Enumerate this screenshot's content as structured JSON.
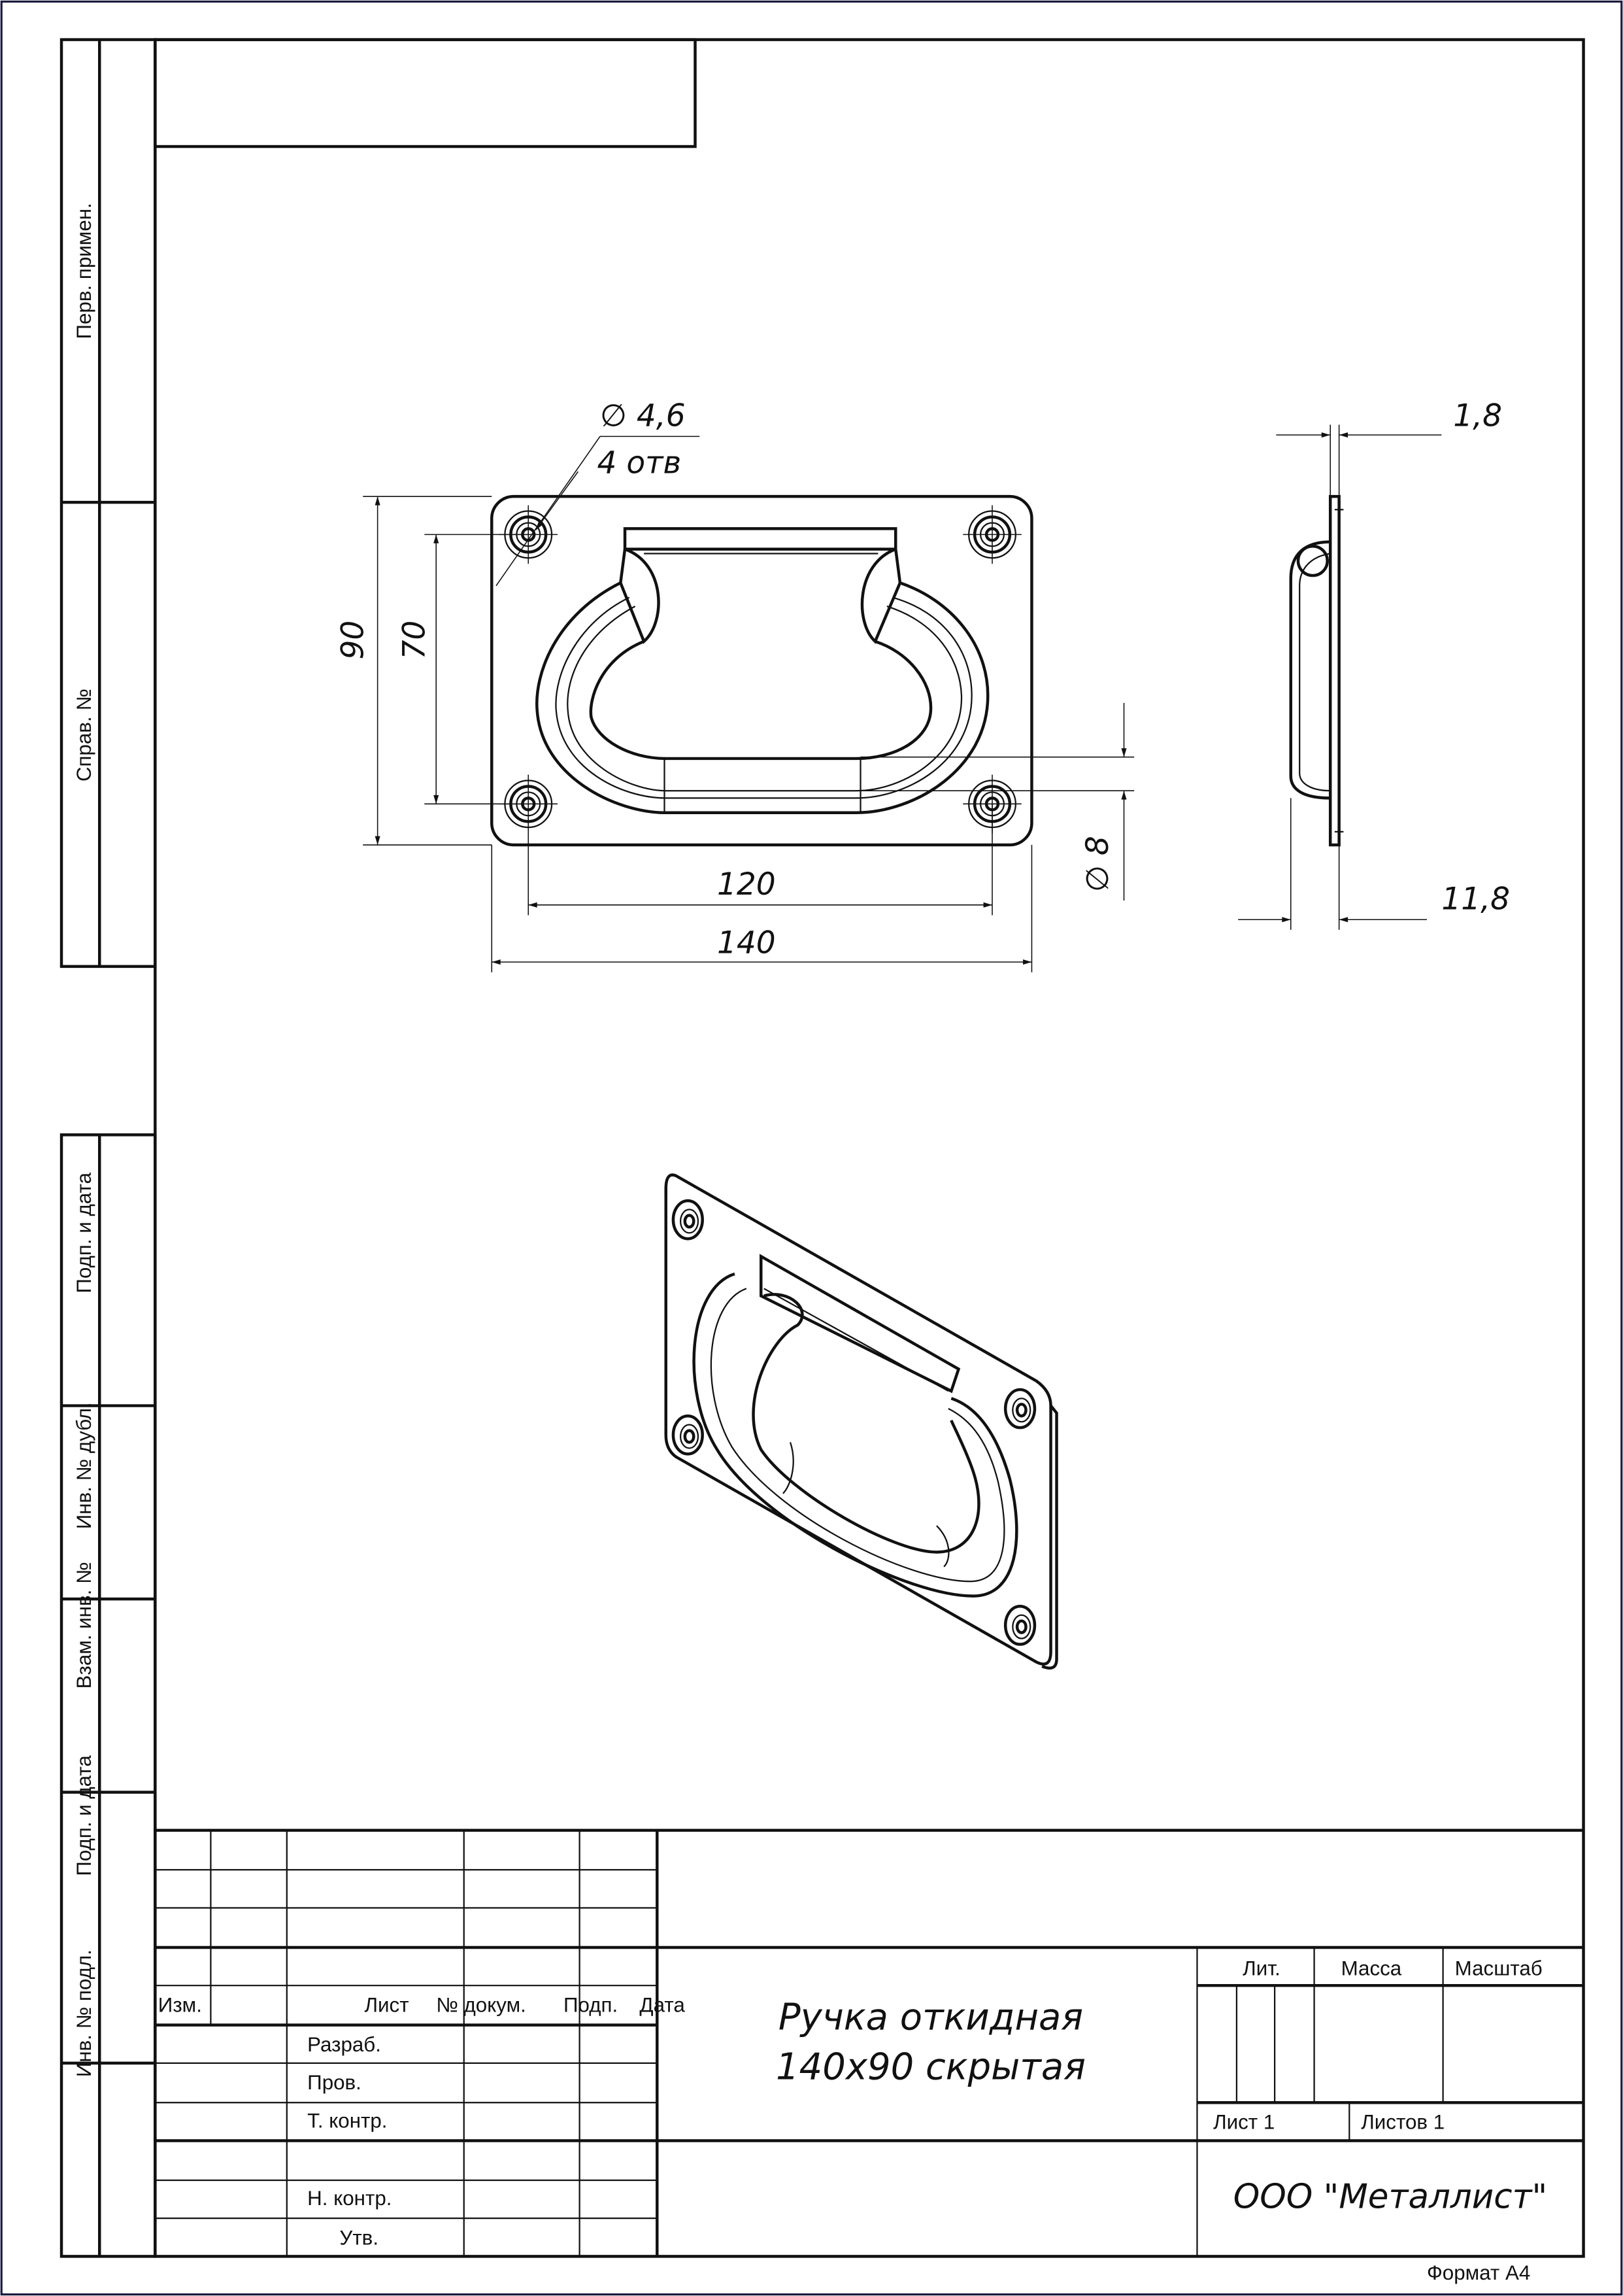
{
  "side_stamps": {
    "perv_primen": "Перв. примен.",
    "sprav_no": "Справ. №",
    "podp_data_1": "Подп. и дата",
    "inv_dubl": "Инв. № дубл.",
    "vzam_inv": "Взам. инв. №",
    "podp_data_2": "Подп. и дата",
    "inv_podl": "Инв. № подл."
  },
  "dimensions": {
    "hole_dia": "∅ 4,6",
    "hole_count": "4 отв",
    "height_90": "90",
    "hole_spacing_70": "70",
    "hole_spacing_120": "120",
    "width_140": "140",
    "dia_8": "∅ 8",
    "thickness_1_8": "1,8",
    "depth_11_8": "11,8"
  },
  "title_block": {
    "headers": {
      "izm": "Изм.",
      "list": "Лист",
      "no_dokum": "№ докум.",
      "podp": "Подп.",
      "data": "Дата"
    },
    "roles": {
      "razrab": "Разраб.",
      "prov": "Пров.",
      "t_kontr": "Т. контр.",
      "n_kontr": "Н. контр.",
      "utv": "Утв."
    },
    "title_line1": "Ручка откидная",
    "title_line2": "140x90 скрытая",
    "lit": "Лит.",
    "massa": "Масса",
    "masshtab": "Масштаб",
    "sheet": "Лист 1",
    "sheets": "Листов 1",
    "company": "ООО \"Металлист\""
  },
  "format": "Формат А4"
}
